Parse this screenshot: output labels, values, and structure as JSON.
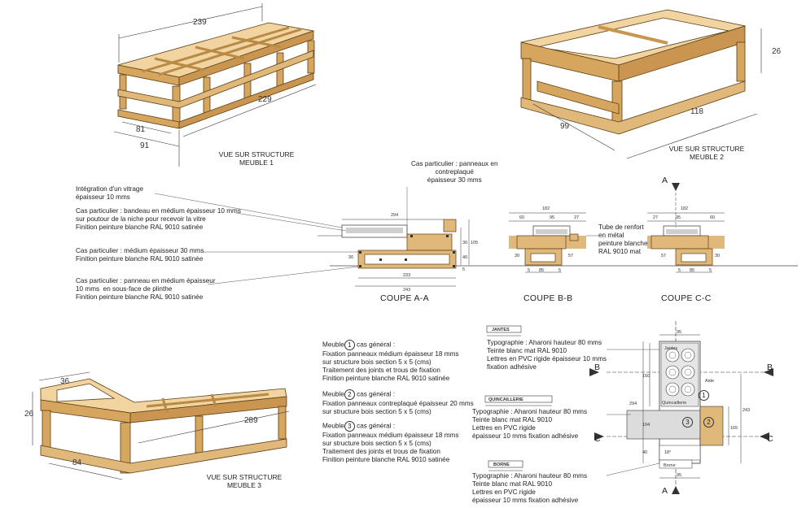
{
  "meuble1": {
    "caption_line1": "VUE SUR STRUCTURE",
    "caption_line2": "MEUBLE 1",
    "dim_length": "239",
    "dim_side": "229",
    "dim_depth_inner": "81",
    "dim_depth_outer": "91"
  },
  "meuble2": {
    "caption_line1": "VUE SUR STRUCTURE",
    "caption_line2": "MEUBLE 2",
    "dim_height": "26",
    "dim_width": "118",
    "dim_depth": "99"
  },
  "meuble3": {
    "caption_line1": "VUE SUR STRUCTURE",
    "caption_line2": "MEUBLE 3",
    "dim_top": "36",
    "dim_height": "26",
    "dim_length": "289",
    "dim_depth": "84"
  },
  "annotations": {
    "vitrage_l1": "Intégration d'un vitrage",
    "vitrage_l2": "épaisseur 10 mms",
    "bandeau_l1": "Cas particulier : bandeau en médium épaisseur 10 mms",
    "bandeau_l2": "sur poutour de la niche pour recevoir la vitre",
    "bandeau_l3": "Finition peinture blanche RAL 9010 satinée",
    "medium_l1": "Cas particulier : médium épaisseur 30 mms",
    "medium_l2": "Finition peinture blanche RAL 9010 satinée",
    "plinthe_l1": "Cas particulier : panneau en médium épaisseur",
    "plinthe_l2": "10 mms  en sous-face de plinthe",
    "plinthe_l3": "Finition peinture blanche RAL 9010 satinée",
    "contre_l1": "Cas particulier : panneaux en",
    "contre_l2": "contreplaqué",
    "contre_l3": "épaisseur 30 mms",
    "tube_l1": "Tube de renfort",
    "tube_l2": "en métal",
    "tube_l3": "peinture blanche",
    "tube_l4": "RAL 9010 mat"
  },
  "sections": {
    "aa": "COUPE A-A",
    "bb": "COUPE B-B",
    "cc": "COUPE C-C"
  },
  "section_dims": {
    "aa": {
      "top": "294",
      "bottom1": "233",
      "bottom2": "243",
      "h1": "30",
      "h2": "105",
      "h3": "40",
      "h4": "5",
      "d1": "30"
    },
    "bb": {
      "top": "182",
      "a": "60",
      "b": "95",
      "c": "27",
      "side": "57",
      "b1": "30",
      "b2": "5",
      "b3": "85",
      "b4": "5"
    },
    "cc": {
      "top": "182",
      "a": "27",
      "b": "95",
      "c": "60",
      "side": "57",
      "b1": "30",
      "b2": "5",
      "b3": "85",
      "b4": "5"
    }
  },
  "meuble_notes": {
    "m1_title": "Meuble",
    "m1_num": "1",
    "m1_suffix": " cas général :",
    "m1_l1": "Fixation panneaux médium épaisseur 18 mms",
    "m1_l2": "sur structure bois section 5 x 5 (cms)",
    "m1_l3": "Traitement des joints et trous de fixation",
    "m1_l4": "Finition peinture blanche RAL 9010 satinée",
    "m2_title": "Meuble",
    "m2_num": "2",
    "m2_suffix": " cas général :",
    "m2_l1": "Fixation panneaux contreplaqué épaisseur 20 mms",
    "m2_l2": "sur structure bois section 5 x 5 (cms)",
    "m3_title": "Meuble",
    "m3_num": "3",
    "m3_suffix": " cas général :",
    "m3_l1": "Fixation panneaux médium épaisseur 18 mms",
    "m3_l2": "sur structure bois section 5 x 5 (cms)",
    "m3_l3": "Traitement des joints et trous de fixation",
    "m3_l4": "Finition peinture blanche RAL 9010 satinée"
  },
  "signage": {
    "jantes_tag": "JANTES",
    "quinc_tag": "QUINCAILLERIE",
    "borne_tag": "BORNE",
    "t1_l1": "Typographie : Aharoni hauteur 80 mms",
    "t1_l2": "Teinte blanc mat RAL 9010",
    "t1_l3": "Lettres en PVC rigide épaisseur 10 mms",
    "t1_l4": "fixation adhésive",
    "t2_l1": "Typographie : Aharoni hauteur 80 mms",
    "t2_l2": "Teinte blanc mat RAL 9010",
    "t2_l3": "Lettres en PVC rigide",
    "t2_l4": "épaisseur 10 mms fixation adhésive",
    "t3_l1": "Typographie : Aharoni hauteur 80 mms",
    "t3_l2": "Teinte blanc mat RAL 9010",
    "t3_l3": "Lettres en PVC rigide",
    "t3_l4": "épaisseur 10 mms fixation adhésive"
  },
  "plan": {
    "label_a_top": "A",
    "label_a_bottom": "A",
    "label_b_left": "B",
    "label_b_right": "B",
    "label_c_left": "C",
    "label_c_right": "C",
    "jantes": "Jantes",
    "quinc": "Quincaillerie",
    "borne": "Borne",
    "aide": "Aide",
    "n1": "1",
    "n2": "2",
    "n3": "3",
    "dim_top": "95",
    "dim_h1": "150",
    "dim_h2": "294",
    "dim_h3": "104",
    "dim_h4": "40",
    "dim_r1": "243",
    "dim_r2": "165",
    "dim_bottom": "95",
    "angle": "18°"
  },
  "colors": {
    "wood": "#e0b87a",
    "wood_dark": "#b98a45",
    "wood_light": "#f1d4a0",
    "line": "#333333",
    "gray": "#cfcfcf"
  }
}
